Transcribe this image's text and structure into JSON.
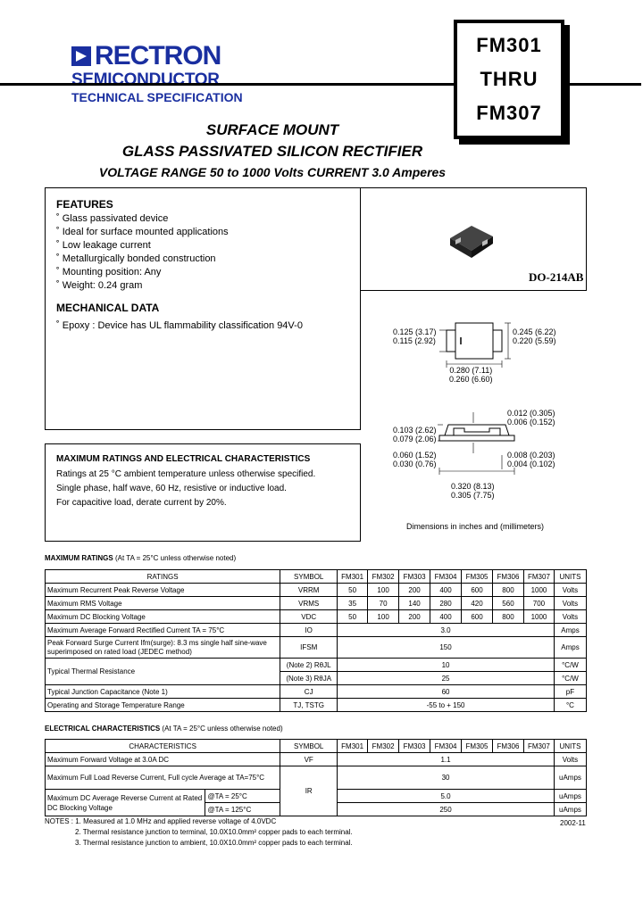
{
  "header": {
    "brand": "RECTRON",
    "semiconductor": "SEMICONDUCTOR",
    "tech_spec": "TECHNICAL SPECIFICATION",
    "part_lines": [
      "FM301",
      "THRU",
      "FM307"
    ],
    "brand_color": "#1a2fa0"
  },
  "titles": {
    "line1": "SURFACE MOUNT",
    "line2": "GLASS PASSIVATED SILICON RECTIFIER",
    "line3": "VOLTAGE RANGE  50 to 1000 Volts   CURRENT 3.0 Amperes"
  },
  "features": {
    "heading": "FEATURES",
    "items": [
      "Glass passivated device",
      "Ideal for surface mounted applications",
      "Low leakage current",
      "Metallurgically bonded construction",
      "Mounting position: Any",
      "Weight: 0.24 gram"
    ]
  },
  "mechanical": {
    "heading": "MECHANICAL DATA",
    "items": [
      "Epoxy : Device has UL flammability classification 94V-0"
    ]
  },
  "package": {
    "label": "DO-214AB"
  },
  "ratings_box": {
    "heading": "MAXIMUM RATINGS AND ELECTRICAL CHARACTERISTICS",
    "lines": [
      "Ratings at 25 °C ambient temperature unless otherwise specified.",
      "Single phase, half wave, 60 Hz, resistive or inductive load.",
      "For capacitive load, derate current by 20%."
    ]
  },
  "dimensions": {
    "top_left": [
      "0.125 (3.17)",
      "0.115 (2.92)"
    ],
    "top_right": [
      "0.245 (6.22)",
      "0.220 (5.59)"
    ],
    "top_bottom": [
      "0.280 (7.11)",
      "0.260 (6.60)"
    ],
    "side_right_top": [
      "0.012 (0.305)",
      "0.006 (0.152)"
    ],
    "side_left": [
      "0.103 (2.62)",
      "0.079 (2.06)"
    ],
    "side_left2": [
      "0.060 (1.52)",
      "0.030 (0.76)"
    ],
    "side_right2": [
      "0.008 (0.203)",
      "0.004 (0.102)"
    ],
    "side_bottom": [
      "0.320 (8.13)",
      "0.305 (7.75)"
    ],
    "caption": "Dimensions in inches and (millimeters)"
  },
  "max_ratings": {
    "title": "MAXIMUM RATINGS",
    "title_note": "(At TA = 25°C unless otherwise noted)",
    "headers": [
      "RATINGS",
      "SYMBOL",
      "FM301",
      "FM302",
      "FM303",
      "FM304",
      "FM305",
      "FM306",
      "FM307",
      "UNITS"
    ],
    "rows": [
      {
        "label": "Maximum Recurrent Peak Reverse Voltage",
        "symbol": "VRRM",
        "values": [
          "50",
          "100",
          "200",
          "400",
          "600",
          "800",
          "1000"
        ],
        "unit": "Volts"
      },
      {
        "label": "Maximum RMS Voltage",
        "symbol": "VRMS",
        "values": [
          "35",
          "70",
          "140",
          "280",
          "420",
          "560",
          "700"
        ],
        "unit": "Volts"
      },
      {
        "label": "Maximum DC Blocking Voltage",
        "symbol": "VDC",
        "values": [
          "50",
          "100",
          "200",
          "400",
          "600",
          "800",
          "1000"
        ],
        "unit": "Volts"
      },
      {
        "label": "Maximum Average Forward Rectified Current TA = 75°C",
        "symbol": "IO",
        "span": "3.0",
        "unit": "Amps"
      },
      {
        "label": "Peak Forward Surge Current Ifm(surge): 8.3 ms single half sine-wave superimposed on rated load (JEDEC method)",
        "symbol": "IFSM",
        "span": "150",
        "unit": "Amps"
      },
      {
        "label": "Typical Thermal Resistance",
        "symbol": "(Note 2) RθJL",
        "symbol2": "(Note 3) RθJA",
        "span": "10",
        "span2": "25",
        "unit": "°C/W",
        "unit2": "°C/W"
      },
      {
        "label": "Typical Junction Capacitance (Note 1)",
        "symbol": "CJ",
        "span": "60",
        "unit": "pF"
      },
      {
        "label": "Operating and Storage Temperature Range",
        "symbol": "TJ, TSTG",
        "span": "-55 to + 150",
        "unit": "°C"
      }
    ]
  },
  "electrical": {
    "title": "ELECTRICAL CHARACTERISTICS",
    "title_note": "(At TA = 25°C unless otherwise noted)",
    "headers": [
      "CHARACTERISTICS",
      "SYMBOL",
      "FM301",
      "FM302",
      "FM303",
      "FM304",
      "FM305",
      "FM306",
      "FM307",
      "UNITS"
    ],
    "rows": [
      {
        "label": "Maximum Forward Voltage at 3.0A DC",
        "symbol": "VF",
        "span": "1.1",
        "unit": "Volts"
      },
      {
        "label": "Maximum Full Load Reverse Current, Full cycle Average at TA=75°C",
        "symbol": "IR",
        "span": "30",
        "unit": "uAmps"
      },
      {
        "label": "Maximum DC Average Reverse Current at Rated DC Blocking Voltage",
        "cond1": "@TA = 25°C",
        "cond2": "@TA = 125°C",
        "span": "5.0",
        "span2": "250",
        "unit": "uAmps",
        "unit2": "uAmps"
      }
    ]
  },
  "notes": {
    "lines": [
      "NOTES : 1. Measured at 1.0 MHz and applied reverse voltage of 4.0VDC",
      "2. Thermal resistance junction to terminal, 10.0X10.0mm² copper pads to each terminal.",
      "3. Thermal resistance junction to ambient, 10.0X10.0mm² copper pads to each terminal."
    ],
    "date": "2002-11"
  }
}
